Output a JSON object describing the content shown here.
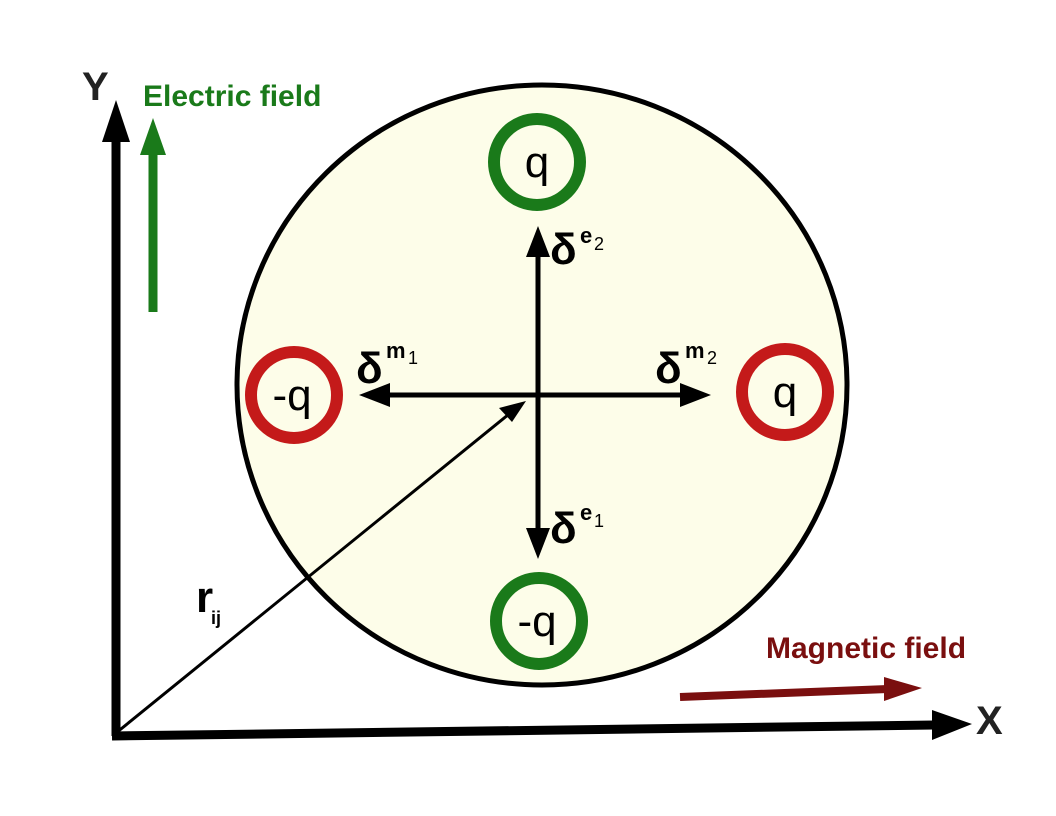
{
  "axes": {
    "y_label": "Y",
    "x_label": "X"
  },
  "fields": {
    "electric": {
      "label": "Electric field",
      "color": "#1a7a1a"
    },
    "magnetic": {
      "label": "Magnetic field",
      "color": "#7a0f0f"
    }
  },
  "charges": {
    "top": {
      "label": "q",
      "ring_color": "#1a7a1a"
    },
    "bottom": {
      "label": "-q",
      "ring_color": "#1a7a1a"
    },
    "left": {
      "label": "-q",
      "ring_color": "#c41a1a"
    },
    "right": {
      "label": "q",
      "ring_color": "#c41a1a"
    }
  },
  "displacements": {
    "e2": {
      "base": "δ",
      "sup": "e",
      "sub": "2"
    },
    "e1": {
      "base": "δ",
      "sup": "e",
      "sub": "1"
    },
    "m1": {
      "base": "δ",
      "sup": "m",
      "sub": "1"
    },
    "m2": {
      "base": "δ",
      "sup": "m",
      "sub": "2"
    }
  },
  "position_vector": {
    "base": "r",
    "sub": "ij"
  },
  "colors": {
    "disk_fill": "#fdfde9",
    "ink": "#000000"
  }
}
